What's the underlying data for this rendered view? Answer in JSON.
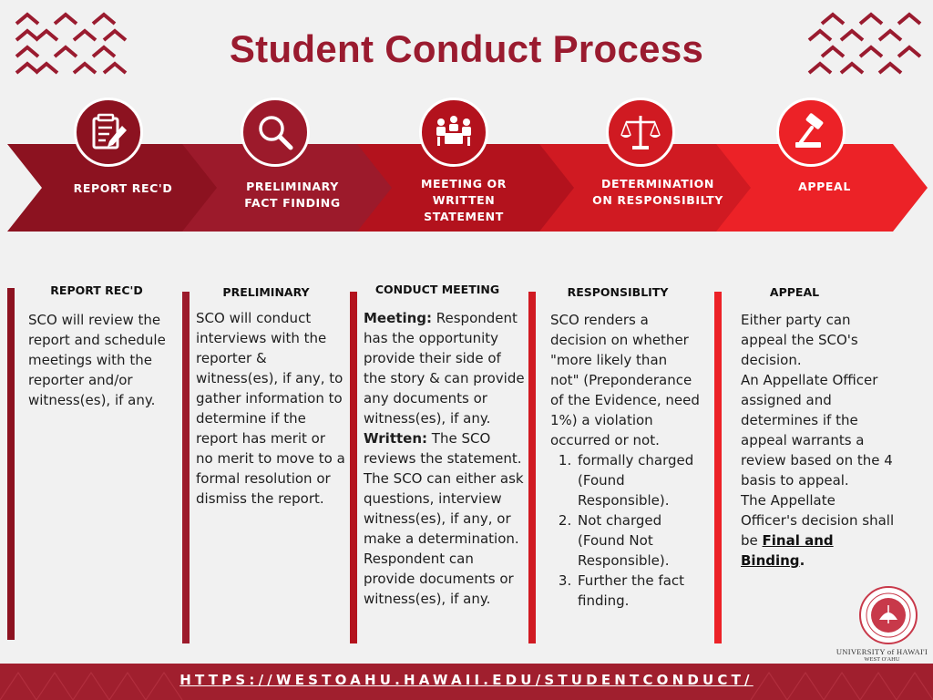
{
  "title": "Student Conduct Process",
  "colors": {
    "title": "#9a1b2f",
    "arrow1": "#8c1220",
    "arrow2": "#9c1a2b",
    "arrow3": "#b3121d",
    "arrow4": "#d01a22",
    "arrow5": "#ec2227"
  },
  "steps": [
    {
      "label_line1": "REPORT  REC'D",
      "label_line2": "",
      "label_line3": "",
      "icon": "clipboard-icon"
    },
    {
      "label_line1": "PRELIMINARY",
      "label_line2": "FACT FINDING",
      "label_line3": "",
      "icon": "magnifier-icon"
    },
    {
      "label_line1": "MEETING OR",
      "label_line2": "WRITTEN",
      "label_line3": "STATEMENT",
      "icon": "meeting-icon"
    },
    {
      "label_line1": "DETERMINATION",
      "label_line2": "ON RESPONSIBILTY",
      "label_line3": "",
      "icon": "scales-icon"
    },
    {
      "label_line1": "APPEAL",
      "label_line2": "",
      "label_line3": "",
      "icon": "gavel-icon"
    }
  ],
  "columns": [
    {
      "heading": "REPORT REC'D",
      "text": "SCO will review the report and schedule meetings with the reporter and/or witness(es), if any."
    },
    {
      "heading": "PRELIMINARY",
      "text": "SCO will conduct interviews with the reporter & witness(es), if any, to gather information to  determine if the report has merit or no merit to move to a formal resolution or dismiss the report."
    },
    {
      "heading": "CONDUCT MEETING",
      "meeting_label": "Meeting:",
      "meeting_text": " Respondent has the opportunity provide their side of the story & can provide any documents or witness(es), if any.",
      "written_label": "Written:",
      "written_text": " The SCO reviews the statement. The SCO can either ask questions, interview witness(es), if any, or make a determination. Respondent can provide documents or witness(es), if any."
    },
    {
      "heading": "RESPONSIBLITY",
      "text": "SCO renders a decision on whether \"more likely than not\" (Preponderance of the Evidence, need 1%) a violation occurred or not.",
      "items": [
        "formally charged (Found Responsible).",
        "Not charged (Found Not Responsible).",
        "Further the fact finding."
      ]
    },
    {
      "heading": "APPEAL",
      "text_a": "Either party can appeal the SCO's decision.",
      "text_b": "An Appellate Officer assigned and determines if the appeal warrants a review based on the 4 basis to appeal.",
      "text_c": "The Appellate Officer's decision shall be ",
      "link_text": "Final and Binding",
      "text_end": "."
    }
  ],
  "footer": {
    "url_text": "HTTPS://WESTOAHU.HAWAII.EDU/STUDENTCONDUCT/"
  },
  "logo": {
    "name": "UNIVERSITY of HAWAI'I",
    "campus": "WEST O'AHU"
  }
}
